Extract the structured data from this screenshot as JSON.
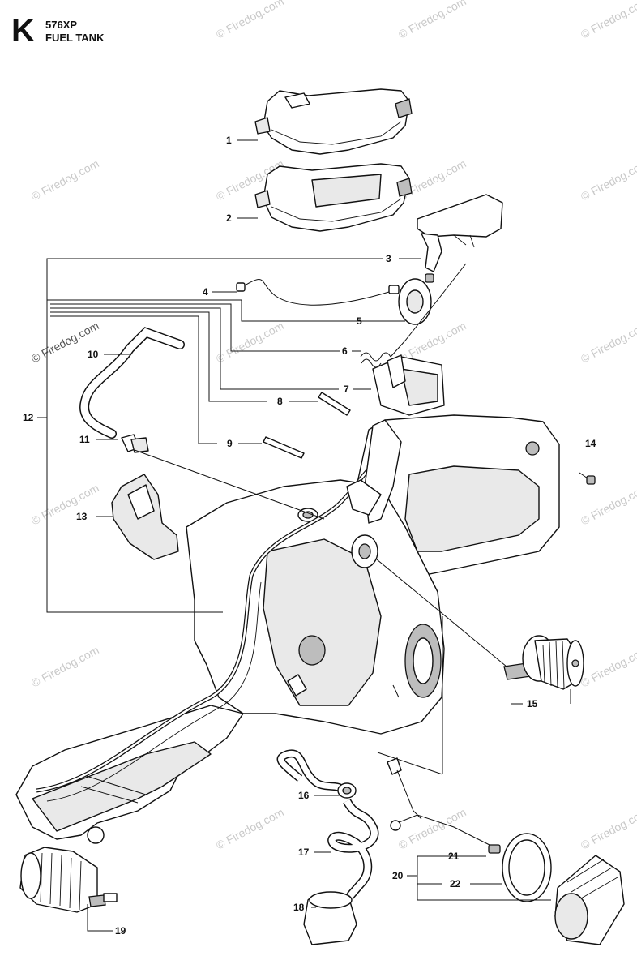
{
  "header": {
    "section_letter": "K",
    "model": "576XP",
    "title": "FUEL TANK"
  },
  "watermark": {
    "text": "© Firedog.com"
  },
  "parts": [
    {
      "ref": "1"
    },
    {
      "ref": "2"
    },
    {
      "ref": "3"
    },
    {
      "ref": "4"
    },
    {
      "ref": "5"
    },
    {
      "ref": "6"
    },
    {
      "ref": "7"
    },
    {
      "ref": "8"
    },
    {
      "ref": "9"
    },
    {
      "ref": "10"
    },
    {
      "ref": "11"
    },
    {
      "ref": "12"
    },
    {
      "ref": "13"
    },
    {
      "ref": "14"
    },
    {
      "ref": "15"
    },
    {
      "ref": "16"
    },
    {
      "ref": "17"
    },
    {
      "ref": "18"
    },
    {
      "ref": "19"
    },
    {
      "ref": "20"
    },
    {
      "ref": "21"
    },
    {
      "ref": "22"
    }
  ]
}
